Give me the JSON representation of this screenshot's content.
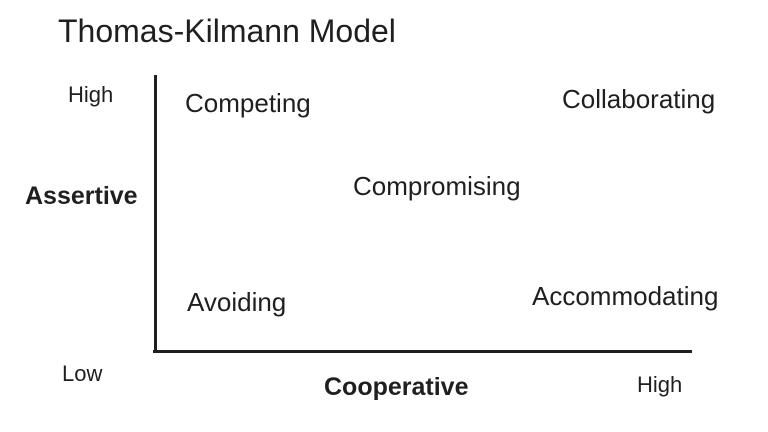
{
  "title": "Thomas-Kilmann Model",
  "axes": {
    "y": {
      "label": "Assertive",
      "top_tick": "High",
      "bottom_tick": "Low"
    },
    "x": {
      "label": "Cooperative",
      "right_tick": "High"
    }
  },
  "modes": [
    {
      "label": "Competing",
      "position": "top-left",
      "assertiveness": "high",
      "cooperativeness": "low"
    },
    {
      "label": "Collaborating",
      "position": "top-right",
      "assertiveness": "high",
      "cooperativeness": "high"
    },
    {
      "label": "Compromising",
      "position": "center",
      "assertiveness": "medium",
      "cooperativeness": "medium"
    },
    {
      "label": "Avoiding",
      "position": "bottom-left",
      "assertiveness": "low",
      "cooperativeness": "low"
    },
    {
      "label": "Accommodating",
      "position": "bottom-right",
      "assertiveness": "low",
      "cooperativeness": "high"
    }
  ],
  "colors": {
    "text": "#1f1f1f",
    "axis_line": "#1f1f1f",
    "background": "#ffffff"
  }
}
